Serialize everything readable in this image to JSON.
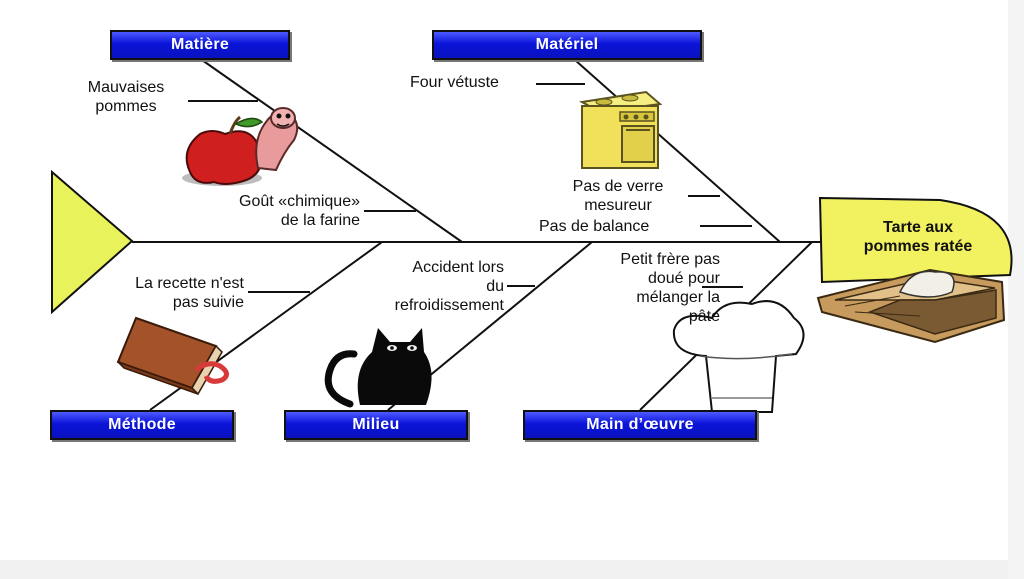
{
  "diagram": {
    "effect": {
      "line1": "Tarte aux",
      "line2": "pommes ratée"
    },
    "categories": {
      "matiere": "Matière",
      "materiel": "Matériel",
      "methode": "Méthode",
      "milieu": "Milieu",
      "main_oeuvre": "Main d’œuvre"
    },
    "causes": {
      "mauvaises": {
        "line1": "Mauvaises",
        "line2": "pommes"
      },
      "gout": {
        "line1": "Goût «chimique»",
        "line2": "de la farine"
      },
      "four": "Four vétuste",
      "verre": {
        "line1": "Pas de verre",
        "line2": "mesureur"
      },
      "balance": "Pas de balance",
      "recette": {
        "line1": "La recette n'est",
        "line2": "pas suivie"
      },
      "accident": {
        "line1": "Accident lors",
        "line2": "du",
        "line3": "refroidissement"
      },
      "frere": {
        "line1": "Petit frère pas",
        "line2": "doué pour",
        "line3": "mélanger la",
        "line4": "pâte"
      }
    },
    "icons": [
      "arrow-tail-icon",
      "apple-worm-icon",
      "stove-icon",
      "pie-icon",
      "book-icon",
      "cat-icon",
      "chef-hat-icon"
    ],
    "colors": {
      "category_fill": "#0b14d8",
      "effect_fill": "#f2f260",
      "tail_fill": "#e8f25a"
    }
  }
}
